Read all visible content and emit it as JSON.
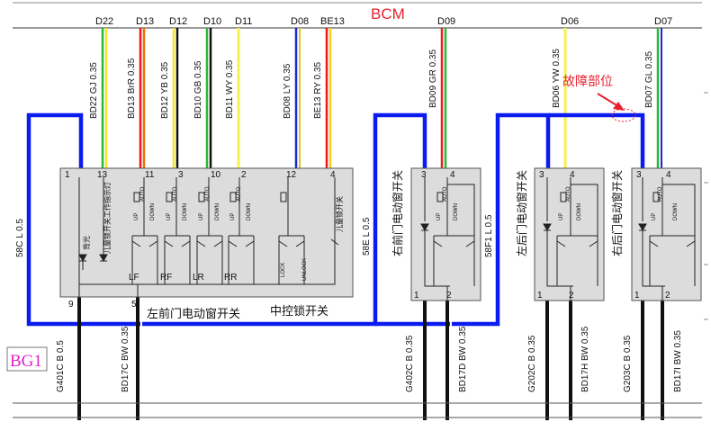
{
  "title": "BCM",
  "signals": [
    "D22",
    "D13",
    "D12",
    "D10",
    "D11",
    "D08",
    "BE13",
    "D09",
    "D06",
    "D07"
  ],
  "wires": {
    "left_top": [
      "BD22 GJ 0.35",
      "BD13 BrR 0.35",
      "BD12 YB 0.35",
      "BD10 GB 0.35",
      "BD11 WY 0.35",
      "BD08 LY 0.35",
      "BE13 RY 0.35"
    ],
    "rf_top": "BD09 GR 0.35",
    "lr_top": "BD06 YW 0.35",
    "rr_top": "BD07 GL 0.35",
    "ground_left": "58C L 0.5",
    "ground_mid": "58E L 0.5",
    "ground_mid2": "58F1 L 0.5",
    "bottom": [
      "G401C B 0.5",
      "BD17C BW 0.35",
      "G402C B 0.35",
      "BD17D BW 0.35",
      "G202C B 0.35",
      "BD17H BW 0.35",
      "G203C B 0.35",
      "BD17I BW 0.35"
    ]
  },
  "pins": {
    "main_top": [
      "1",
      "13",
      "11",
      "3",
      "10",
      "2",
      "12",
      "4"
    ],
    "main_bottom": [
      "9",
      "5"
    ],
    "sub_top": [
      "3",
      "4"
    ],
    "sub_bottom": [
      "1",
      "2"
    ]
  },
  "switch_labels": [
    "LF",
    "RF",
    "LR",
    "RR"
  ],
  "switch_marks": {
    "up": "UP",
    "down": "DOWN",
    "auto": "AUTO",
    "lock": "LOCK",
    "unlock": "UNLOCK"
  },
  "captions": {
    "main_window": "左前门电动窗开关",
    "main_lock": "中控锁开关",
    "rf": "右前门电动窗开关",
    "lr": "左后门电动窗开关",
    "rr": "右后门电动窗开关",
    "led1": "背光",
    "led2": "儿童锁开关工作指示灯",
    "child": "儿童锁开关"
  },
  "annotation": "故障部位",
  "connector": "BG1",
  "colors": {
    "red": "#e8212e",
    "blue": "#0a1cf0",
    "magenta": "#e020c8",
    "box": "#dcdcdc"
  }
}
